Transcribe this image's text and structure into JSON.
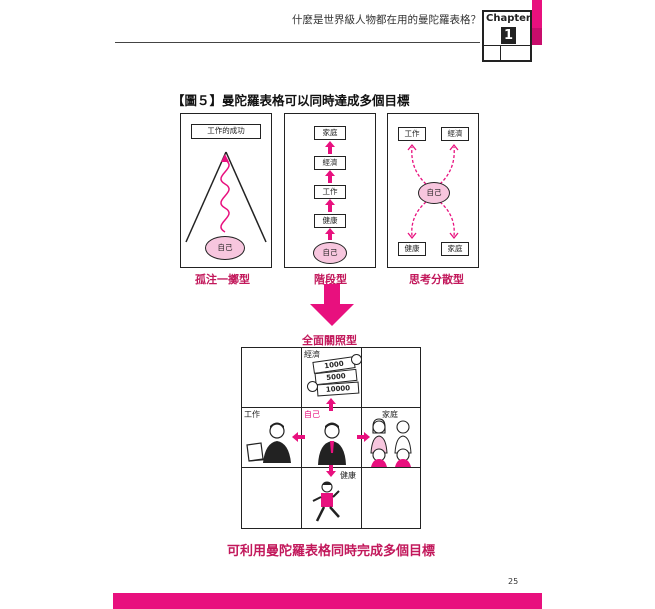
{
  "header": {
    "running_title": "什麼是世界級人物都在用的曼陀羅表格？",
    "chapter_word": "Chapter",
    "chapter_number": "1"
  },
  "figure": {
    "title": "【圖５】曼陀羅表格可以同時達成多個目標",
    "panel1": {
      "top_box": "工作的成功",
      "bottom_ellipse": "自己",
      "caption": "孤注一擲型"
    },
    "panel2": {
      "steps": [
        "家庭",
        "經濟",
        "工作",
        "健康"
      ],
      "bottom_ellipse": "自己",
      "caption": "階段型"
    },
    "panel3": {
      "top_left": "工作",
      "top_right": "經濟",
      "center": "自己",
      "bottom_left": "健康",
      "bottom_right": "家庭",
      "caption": "思考分散型"
    },
    "grid": {
      "title": "全面關照型",
      "top_label": "經濟",
      "left_label": "工作",
      "center_label": "自己",
      "right_label": "家庭",
      "bottom_label": "健康",
      "bills": [
        "1000",
        "5000",
        "10000"
      ]
    },
    "bottom_caption": "可利用曼陀羅表格同時完成多個目標"
  },
  "page_number": "25",
  "colors": {
    "accent": "#e8107e",
    "pink_fill": "#f7c6de",
    "caption": "#c2185b"
  }
}
